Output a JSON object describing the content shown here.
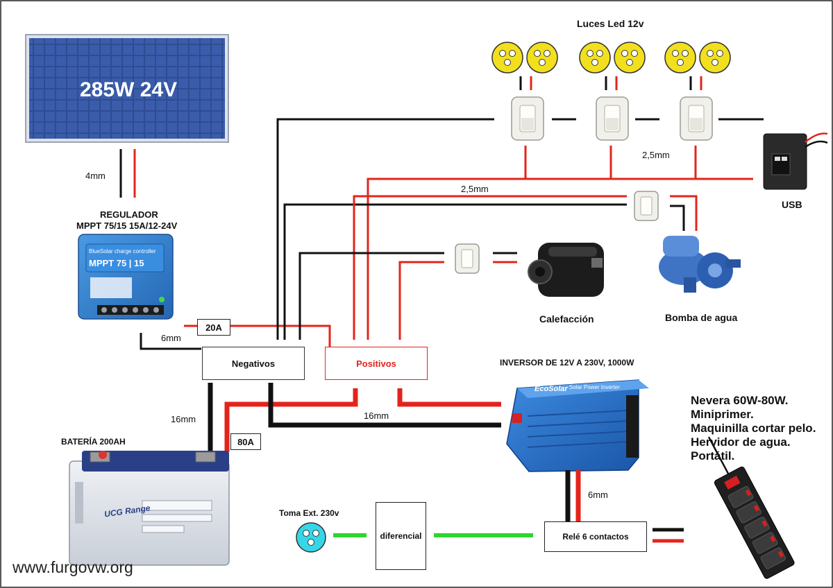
{
  "solar_panel": {
    "label": "285W 24V"
  },
  "wire_4mm": "4mm",
  "regulator": {
    "title_line1": "REGULADOR",
    "title_line2": "MPPT 75/15 15A/12-24V",
    "brand": "BlueSolar charge controller",
    "model": "MPPT 75 | 15"
  },
  "fuse_20a": "20A",
  "wire_6mm_regulator": "6mm",
  "lights_title": "Luces Led 12v",
  "wire_25mm_right": "2,5mm",
  "wire_25mm_mid": "2,5mm",
  "usb_label": "USB",
  "heater_label": "Calefacción",
  "pump_label": "Bomba de agua",
  "negativos_label": "Negativos",
  "positivos_label": "Positivos",
  "inverter": {
    "title": "INVERSOR DE 12V A 230V, 1000W",
    "brand": "EcoSolar",
    "subtitle": "Solar Power Inverter"
  },
  "wire_16mm_battery": "16mm",
  "wire_16mm_inverter": "16mm",
  "fuse_80a": "80A",
  "battery": {
    "title": "BATERÍA  200AH",
    "brand": "UCG Range"
  },
  "wire_6mm_inverter": "6mm",
  "appliances": [
    "Nevera 60W-80W.",
    "Miniprimer.",
    "Maquinilla cortar pelo.",
    "Hervidor de agua.",
    "Portátil."
  ],
  "outlet_label": "Toma Ext. 230v",
  "differential_label": "diferencial",
  "relay_label": "Relé 6 contactos",
  "watermark": "www.furgovw.org",
  "colors": {
    "positive": "#e3241b",
    "negative": "#111111",
    "ac": "#2fd52f",
    "panel": "#2d4a8e",
    "led": "#f2e01e",
    "regulator": "#2f7fd1"
  }
}
